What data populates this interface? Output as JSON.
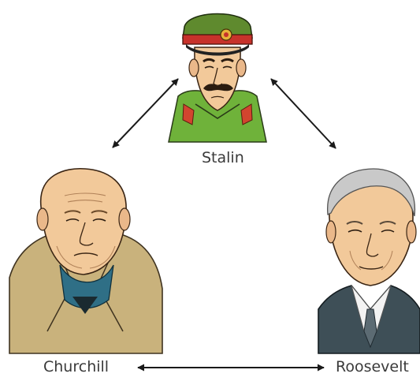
{
  "people": {
    "stalin": {
      "name": "Stalin"
    },
    "churchill": {
      "name": "Churchill"
    },
    "roosevelt": {
      "name": "Roosevelt"
    }
  },
  "links": [
    {
      "from": "Stalin",
      "to": "Churchill",
      "bidirectional": true
    },
    {
      "from": "Stalin",
      "to": "Roosevelt",
      "bidirectional": true
    },
    {
      "from": "Churchill",
      "to": "Roosevelt",
      "bidirectional": true
    }
  ],
  "colors": {
    "arrow": "#1a1a1a",
    "label_text": "#3a3a3a",
    "stalin_cap": "#5f8a2e",
    "stalin_cap_band": "#c7322b",
    "stalin_tunic": "#6fb23a",
    "stalin_collar_tab": "#d2452f",
    "skin": "#f2c99a",
    "churchill_coat": "#c9b27c",
    "churchill_collar": "#2f6f86",
    "roosevelt_suit": "#3e4f57",
    "roosevelt_hair": "#c9c9c9",
    "roosevelt_shirt": "#f3f3f3"
  }
}
